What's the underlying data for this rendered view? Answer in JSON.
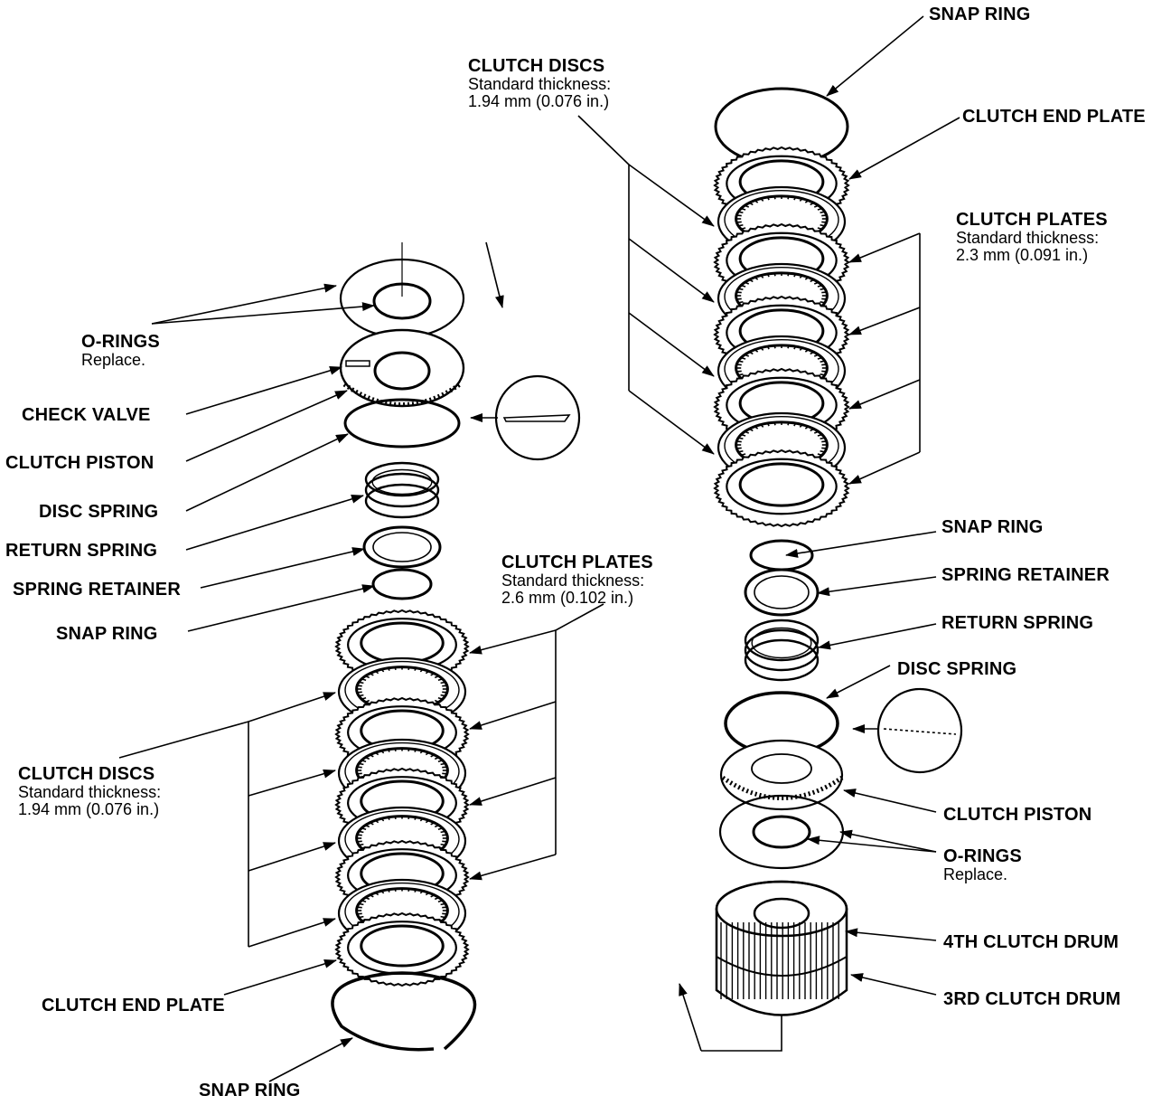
{
  "labels": {
    "left": {
      "o_rings": {
        "title": "O-RINGS",
        "note": "Replace."
      },
      "check_valve": "CHECK VALVE",
      "clutch_piston": "CLUTCH PISTON",
      "disc_spring": "DISC SPRING",
      "return_spring": "RETURN SPRING",
      "spring_retainer": "SPRING RETAINER",
      "snap_ring_mid": "SNAP RING",
      "clutch_plates": {
        "title": "CLUTCH PLATES",
        "line1": "Standard thickness:",
        "line2": "2.6 mm (0.102 in.)"
      },
      "clutch_discs": {
        "title": "CLUTCH DISCS",
        "line1": "Standard thickness:",
        "line2": "1.94 mm (0.076 in.)"
      },
      "clutch_end_plate": "CLUTCH END PLATE",
      "snap_ring_bottom": "SNAP RING"
    },
    "right": {
      "snap_ring_top": "SNAP RING",
      "clutch_end_plate": "CLUTCH END PLATE",
      "clutch_discs": {
        "title": "CLUTCH DISCS",
        "line1": "Standard thickness:",
        "line2": "1.94 mm (0.076 in.)"
      },
      "clutch_plates": {
        "title": "CLUTCH PLATES",
        "line1": "Standard thickness:",
        "line2": "2.3 mm (0.091 in.)"
      },
      "snap_ring": "SNAP RING",
      "spring_retainer": "SPRING RETAINER",
      "return_spring": "RETURN SPRING",
      "disc_spring": "DISC SPRING",
      "clutch_piston": "CLUTCH PISTON",
      "o_rings": {
        "title": "O-RINGS",
        "note": "Replace."
      },
      "clutch_drum_4th": "4TH CLUTCH DRUM",
      "clutch_drum_3rd": "3RD CLUTCH DRUM"
    }
  },
  "colors": {
    "ink": "#000000",
    "paper": "#ffffff"
  }
}
